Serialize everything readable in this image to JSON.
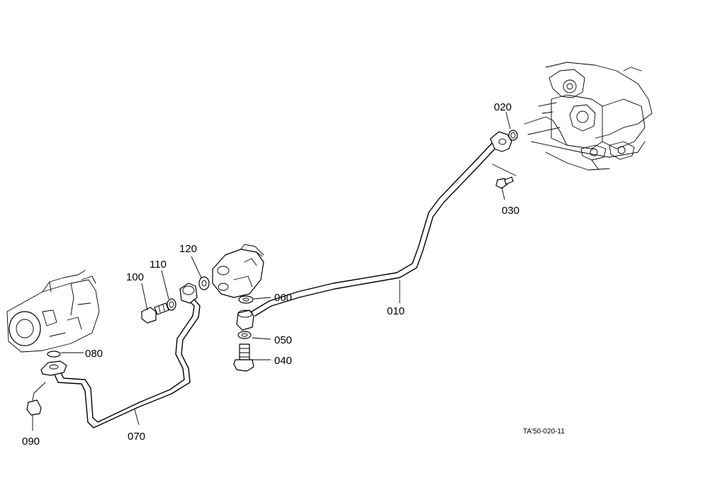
{
  "callouts": {
    "p010": "010",
    "p020": "020",
    "p030": "030",
    "p040": "040",
    "p050": "050",
    "p060": "060",
    "p070": "070",
    "p080": "080",
    "p090": "090",
    "p100": "100",
    "p110": "110",
    "p120": "120"
  },
  "drawing_ref": "TA'50-020-11"
}
